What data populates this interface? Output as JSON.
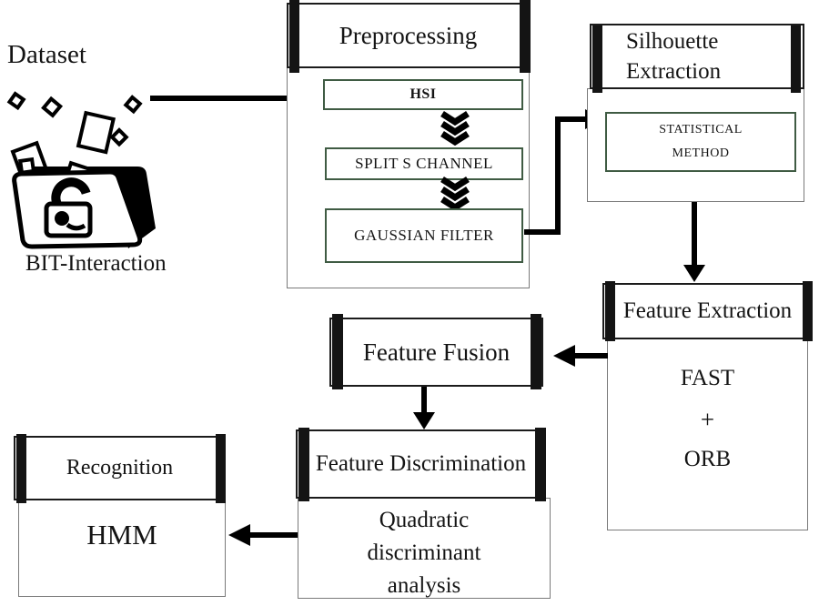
{
  "dataset": {
    "title": "Dataset",
    "caption": "BIT-Interaction",
    "icon": "open-folder-unlocked-with-flying-papers"
  },
  "preprocessing": {
    "title": "Preprocessing",
    "steps": [
      "HSI",
      "SPLIT S CHANNEL",
      "GAUSSIAN FILTER"
    ]
  },
  "silhouette_extraction": {
    "title": "Silhouette Extraction",
    "title_lines": [
      "Silhouette",
      "Extraction"
    ],
    "method_lines": [
      "STATISTICAL",
      "METHOD"
    ]
  },
  "feature_extraction": {
    "title": "Feature Extraction",
    "body_lines": [
      "FAST",
      "+",
      "ORB"
    ]
  },
  "feature_fusion": {
    "title": "Feature Fusion"
  },
  "feature_discrimination": {
    "title": "Feature Discrimination",
    "body_lines": [
      "Quadratic",
      "discriminant",
      "analysis"
    ]
  },
  "recognition": {
    "title": "Recognition",
    "body": "HMM"
  },
  "colors": {
    "step_border_green": "#3f5b43",
    "line_black": "#000000",
    "title_border": "#1b1b1b",
    "body_border": "#7a7a7a",
    "background": "#ffffff"
  }
}
